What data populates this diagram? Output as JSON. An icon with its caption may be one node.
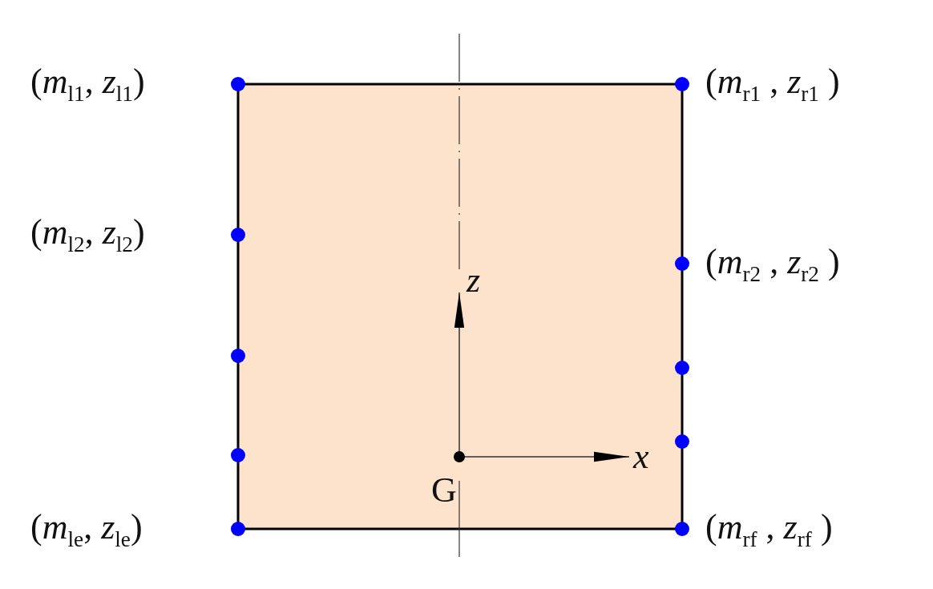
{
  "diagram": {
    "labels": [
      "(*m*$_{l1}$, *z*$_{l1}$)",
      "(*m*$_{r1}$ , *z*$_{r1}$ )",
      "(*m*$_{l2}$, *z*$_{l2}$)",
      "(*m*$_{r2}$ , *z*$_{r2}$ )",
      "*z*",
      "*x*",
      "G",
      "(*m*$_{le}$, *z*$_{le}$)",
      "(*m*$_{rf}$ , *z*$_{rf}$ )"
    ]
  }
}
